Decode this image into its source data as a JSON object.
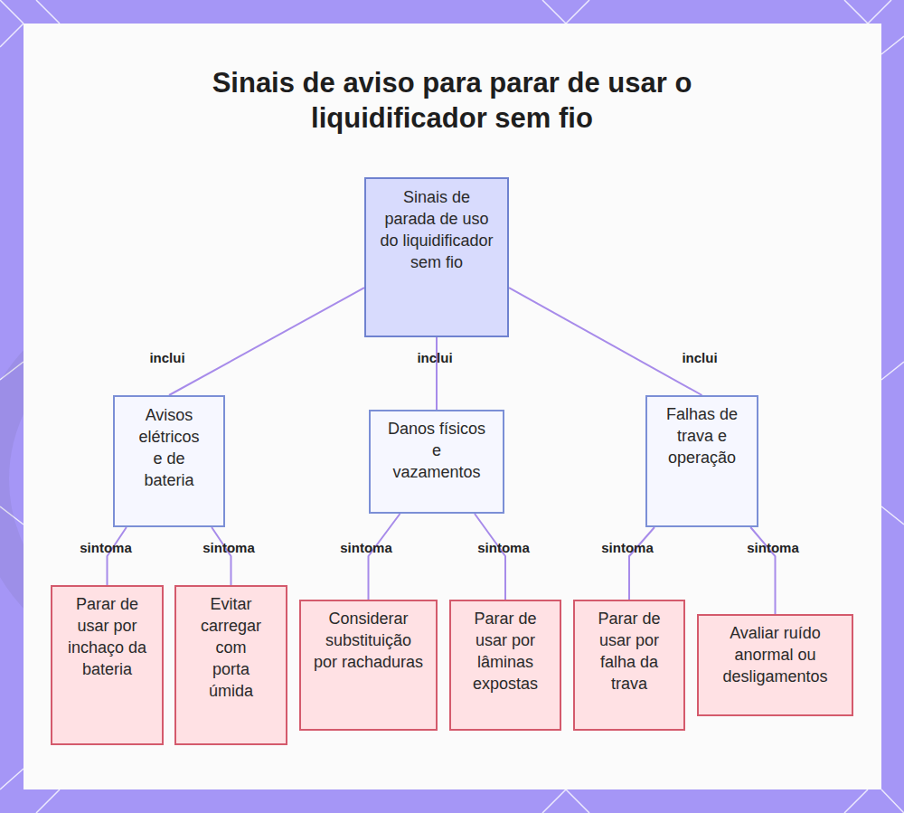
{
  "diagram": {
    "title": "Sinais de aviso para parar de usar o liquidificador sem fio",
    "nodes": [
      {
        "text": [
          "Sinais de parada de uso do liquidificador sem fio"
        ]
      },
      {
        "text": [
          "Avisos elétricos e de bateria"
        ]
      },
      {
        "text": [
          "Danos físicos e vazamentos"
        ]
      },
      {
        "text": [
          "Falhas de trava e operação"
        ]
      },
      {
        "text": [
          "Parar de usar por inchaço da bateria"
        ]
      },
      {
        "text": [
          "Evitar carregar com porta úmida"
        ]
      },
      {
        "text": [
          "Considerar substituição por rachaduras"
        ]
      },
      {
        "text": [
          "Parar de usar por lâminas expostas"
        ]
      },
      {
        "text": [
          "Parar de usar por falha da trava"
        ]
      },
      {
        "text": [
          "Avaliar ruído anormal ou desligamentos"
        ]
      }
    ],
    "edges": [
      {
        "from": 0,
        "to": 1,
        "label": "inclui",
        "arrow": "none"
      },
      {
        "from": 0,
        "to": 2,
        "label": "inclui",
        "arrow": "none"
      },
      {
        "from": 0,
        "to": 3,
        "label": "inclui",
        "arrow": "none"
      },
      {
        "from": 1,
        "to": 4,
        "label": "sintoma",
        "arrow": "none"
      },
      {
        "from": 1,
        "to": 5,
        "label": "sintoma",
        "arrow": "none"
      },
      {
        "from": 2,
        "to": 6,
        "label": "sintoma",
        "arrow": "none"
      },
      {
        "from": 2,
        "to": 7,
        "label": "sintoma",
        "arrow": "none"
      },
      {
        "from": 3,
        "to": 8,
        "label": "sintoma",
        "arrow": "none"
      },
      {
        "from": 3,
        "to": 9,
        "label": "sintoma",
        "arrow": "none"
      }
    ]
  }
}
